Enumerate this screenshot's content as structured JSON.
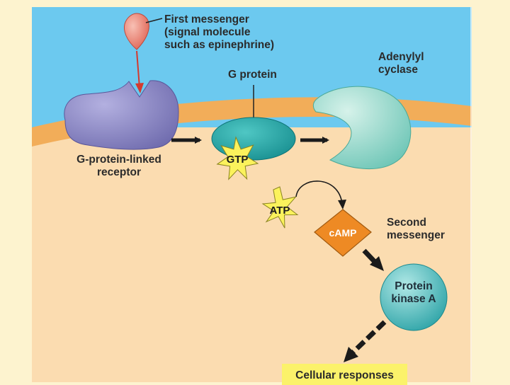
{
  "diagram": {
    "first_messenger": [
      "First messenger",
      "(signal molecule",
      "such as epinephrine)"
    ],
    "g_protein": "G protein",
    "adenylyl_cyclase": [
      "Adenylyl",
      "cyclase"
    ],
    "receptor": [
      "G-protein-linked",
      "receptor"
    ],
    "gtp": "GTP",
    "atp": "ATP",
    "camp": "cAMP",
    "second_messenger": [
      "Second",
      "messenger"
    ],
    "protein_kinase": [
      "Protein",
      "kinase A"
    ],
    "cellular_responses": "Cellular responses"
  },
  "colors": {
    "page_background": "#fdf3cf",
    "extracellular": "#6cc9ef",
    "membrane": "#f2ad59",
    "cytoplasm": "#fbdcb0",
    "receptor": "#8a86c6",
    "g_protein": "#1fa6a6",
    "adenylyl_cyclase": "#8ed8c8",
    "camp": "#ee8a24",
    "star": "#fbf25c",
    "protein_kinase": "#3dbcbf",
    "signal_molecule": "#ee7c6c",
    "arrow_red": "#d43a2e",
    "responses_box": "#fbf26a"
  }
}
